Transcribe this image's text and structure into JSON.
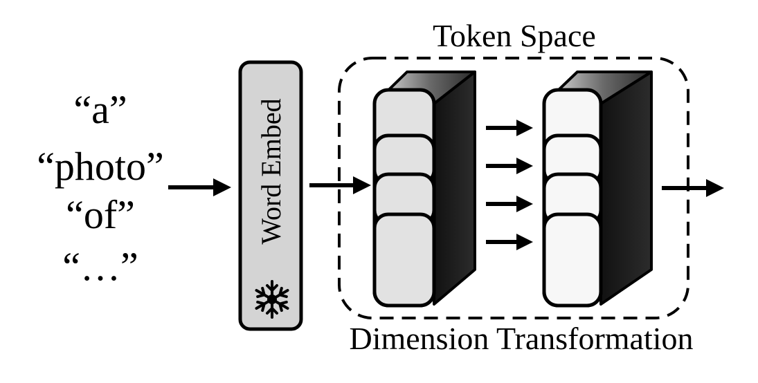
{
  "input_tokens": [
    "“a”",
    "“photo”",
    "“of”",
    "“…”"
  ],
  "word_embed": {
    "label": "Word Embed",
    "frozen_icon": "snowflake-icon"
  },
  "token_space": {
    "title": "Token Space",
    "caption": "Dimension Transformation"
  },
  "colors": {
    "embed_fill": "#d4d4d4",
    "block_face_left": "#e2e2e2",
    "block_face_right": "#f7f7f7",
    "block_side": "#1e1e1e"
  }
}
